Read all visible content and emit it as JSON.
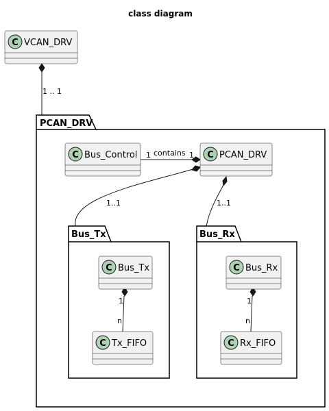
{
  "title": "class diagram",
  "packages": {
    "pcan_drv": "PCAN_DRV",
    "bus_tx": "Bus_Tx",
    "bus_rx": "Bus_Rx"
  },
  "class_glyph": "C",
  "classes": {
    "vcan_drv": "VCAN_DRV",
    "bus_control": "Bus_Control",
    "pcan_drv": "PCAN_DRV",
    "bus_tx": "Bus_Tx",
    "tx_fifo": "Tx_FIFO",
    "bus_rx": "Bus_Rx",
    "rx_fifo": "Rx_FIFO"
  },
  "edges": {
    "vcan_pcan": "1 .. 1",
    "control_left": "1",
    "control_label": "contains",
    "control_right": "1",
    "pcan_tx": "1..1",
    "pcan_rx": "1..1",
    "tx_top": "1",
    "tx_bottom": "n",
    "rx_top": "1",
    "rx_bottom": "n"
  },
  "colors": {
    "class_fill": "#F1F1F1",
    "class_circle": "#ADD1B2",
    "line": "#181818"
  }
}
